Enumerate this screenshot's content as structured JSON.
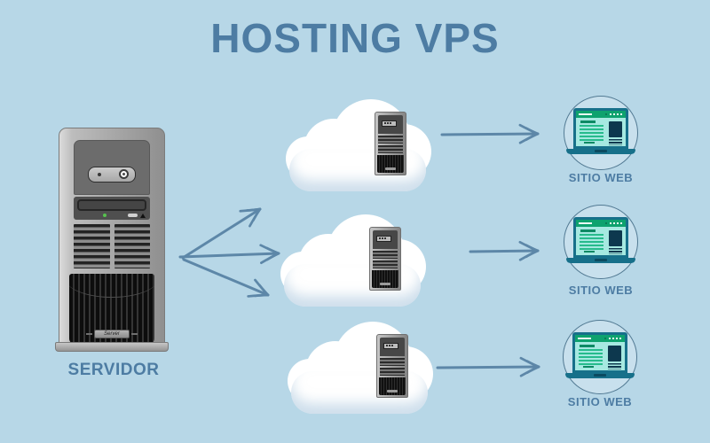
{
  "title": "HOSTING VPS",
  "server": {
    "label": "SERVIDOR",
    "badge": "Server"
  },
  "rows": [
    {
      "website_label": "SITIO WEB"
    },
    {
      "website_label": "SITIO WEB"
    },
    {
      "website_label": "SITIO WEB"
    }
  ],
  "icons": {
    "arrow_right_icon": "swept open chevron ➤",
    "cloud_icon": "css puff-circles cloud",
    "server_tower_icon": "css gray tower with grille",
    "laptop_icon": "css teal laptop with webpage",
    "lock_icon": "white ring dot",
    "led_icon": "green dot",
    "eject_icon": "▲"
  },
  "colors": {
    "background": "#b7d7e7",
    "accent_text": "#4d7ca3",
    "arrow": "#5d87a8",
    "laptop_frame": "#17708a",
    "laptop_header": "#0ea26e",
    "laptop_screen": "#a6e9e1",
    "laptop_lines": "#27bb8c",
    "laptop_dark": "#0d384e"
  }
}
